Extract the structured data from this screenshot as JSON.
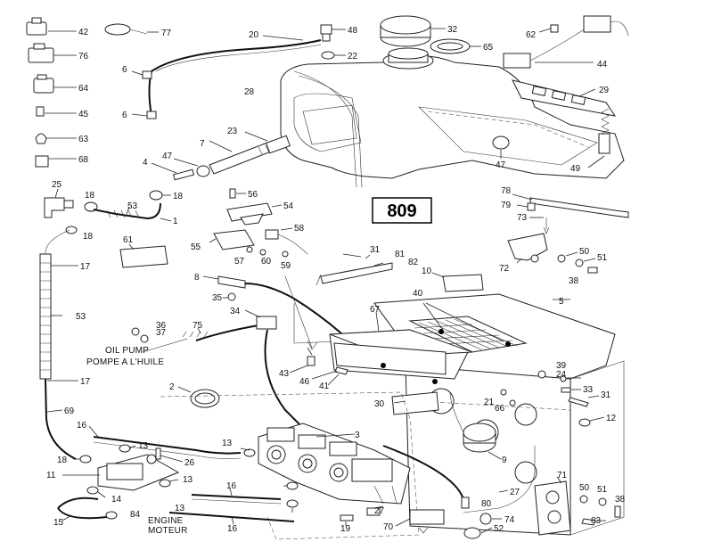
{
  "diagram": {
    "page_number": "809",
    "text_labels": {
      "oil_pump_en": "OIL PUMP",
      "oil_pump_fr": "POMPE A L'HUILE",
      "engine_en": "ENGINE",
      "engine_fr": "MOTEUR"
    },
    "callouts": [
      "42",
      "77",
      "20",
      "48",
      "32",
      "62",
      "76",
      "22",
      "65",
      "44",
      "6",
      "64",
      "28",
      "29",
      "45",
      "6",
      "23",
      "7",
      "63",
      "47",
      "49",
      "68",
      "4",
      "47",
      "25",
      "18",
      "18",
      "56",
      "54",
      "53",
      "1",
      "18",
      "78",
      "79",
      "73",
      "17",
      "61",
      "55",
      "58",
      "57",
      "60",
      "59",
      "31",
      "81",
      "82",
      "50",
      "51",
      "72",
      "38",
      "10",
      "8",
      "35",
      "40",
      "5",
      "53",
      "34",
      "67",
      "36",
      "37",
      "75",
      "43",
      "46",
      "41",
      "39",
      "24",
      "33",
      "31",
      "17",
      "2",
      "30",
      "21",
      "66",
      "12",
      "69",
      "16",
      "3",
      "13",
      "26",
      "9",
      "11",
      "18",
      "13",
      "16",
      "13",
      "27",
      "71",
      "14",
      "13",
      "50",
      "51",
      "38",
      "80",
      "74",
      "15",
      "84",
      "16",
      "19",
      "27",
      "70",
      "52",
      "83"
    ]
  }
}
